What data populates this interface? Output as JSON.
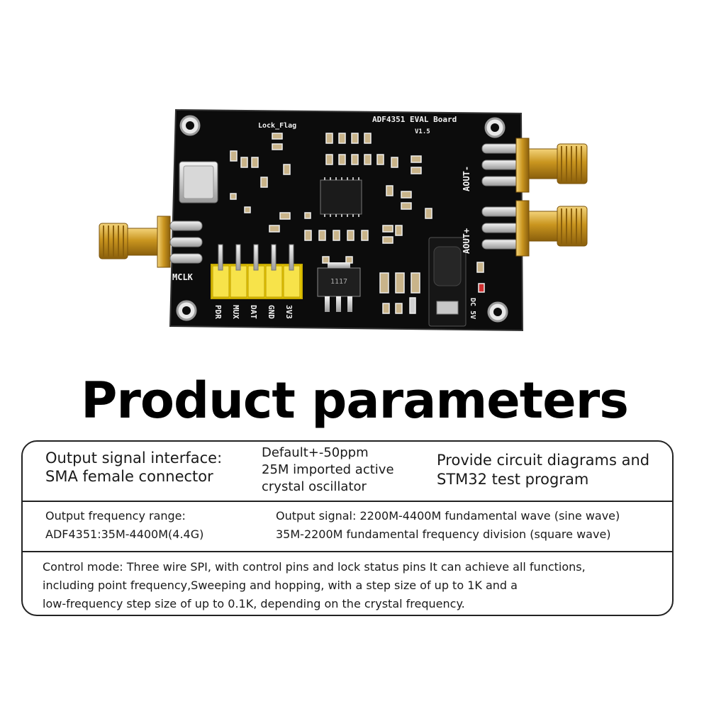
{
  "product_photo": {
    "description_icon": "adf4351-eval-board-photo",
    "board_silkscreen": {
      "board_title": "ADF4351 EVAL Board",
      "version": "V1.5",
      "lock_flag": "Lock_Flag",
      "mclk": "MCLK",
      "aout_minus": "AOUT-",
      "aout_plus": "AOUT+",
      "dc": "DC 5V",
      "pins": [
        "PDR",
        "MUX",
        "DAT",
        "GND",
        "3V3"
      ],
      "regulator": "1117"
    }
  },
  "heading": "Product parameters",
  "specs": {
    "row1": {
      "interface_line1": "Output signal interface:",
      "interface_line2": "SMA female connector",
      "oscillator_line1": "Default+-50ppm",
      "oscillator_line2": "25M imported active",
      "oscillator_line3": "crystal oscillator",
      "extras_line1": "Provide circuit diagrams and",
      "extras_line2": "STM32 test program"
    },
    "row2": {
      "range_line1": "Output frequency range:",
      "range_line2": "ADF4351:35M-4400M(4.4G)",
      "signal_line1": "Output signal: 2200M-4400M fundamental wave (sine wave)",
      "signal_line2": "35M-2200M fundamental frequency division (square wave)"
    },
    "row3": {
      "control_line1": "Control mode: Three wire SPI, with control pins and lock status pins It can achieve all functions,",
      "control_line2": "including point frequency,Sweeping and hopping, with a step size of up to 1K and a",
      "control_line3": "low-frequency step size of up to 0.1K, depending on the crystal frequency."
    }
  }
}
